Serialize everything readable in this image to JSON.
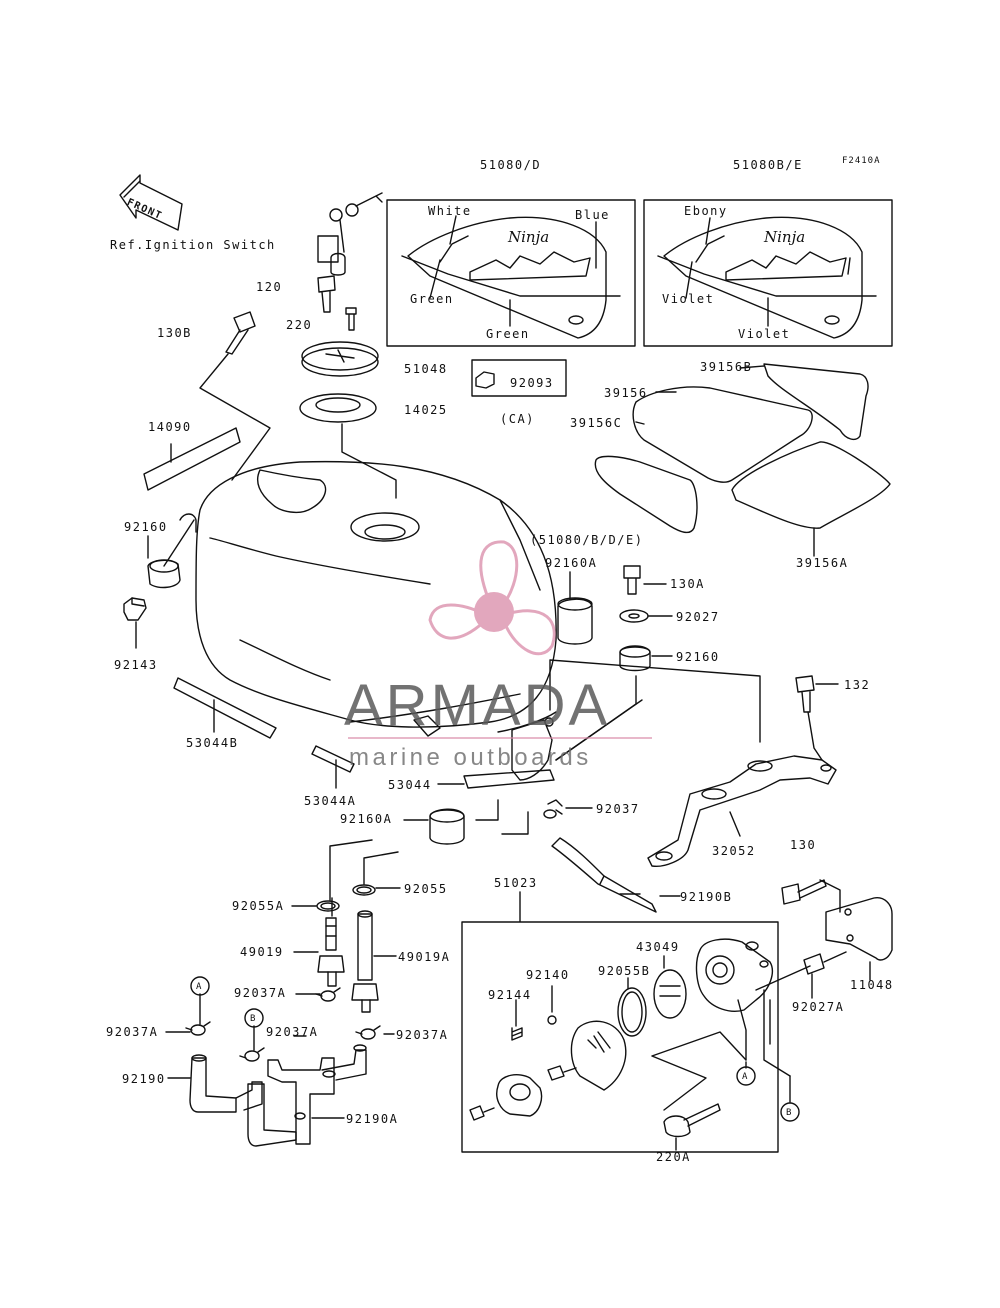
{
  "figure_code": "F2410A",
  "front_arrow": "FRONT",
  "ref_note": "Ref.Ignition Switch",
  "insets": {
    "left": {
      "code": "51080/D",
      "colors": [
        "White",
        "Blue",
        "Green",
        "Green"
      ],
      "logo": "Ninja"
    },
    "right": {
      "code": "51080B/E",
      "colors": [
        "Ebony",
        "Violet",
        "Violet"
      ],
      "logo": "Ninja"
    }
  },
  "ca_note": "(CA)",
  "tank_variants": "(51080/B/D/E)",
  "callouts": {
    "a": "A",
    "b": "B"
  },
  "parts": {
    "p120": "120",
    "p130b": "130B",
    "p220": "220",
    "p51048": "51048",
    "p92093": "92093",
    "p14025": "14025",
    "p14090": "14090",
    "p39156b": "39156B",
    "p39156": "39156",
    "p39156c": "39156C",
    "p39156a": "39156A",
    "p92160": "92160",
    "p92143": "92143",
    "p92160a": "92160A",
    "p130a": "130A",
    "p92027": "92027",
    "p92160b": "92160",
    "p132": "132",
    "p53044b": "53044B",
    "p53044a": "53044A",
    "p53044": "53044",
    "p92160a2": "92160A",
    "p92037": "92037",
    "p32052": "32052",
    "p130": "130",
    "p92190b": "92190B",
    "p92055": "92055",
    "p92055a": "92055A",
    "p51023": "51023",
    "p49019": "49019",
    "p49019a": "49019A",
    "p43049": "43049",
    "p92140": "92140",
    "p92055b": "92055B",
    "p92144": "92144",
    "p92037a1": "92037A",
    "p92037a2": "92037A",
    "p92037a3": "92037A",
    "p92037a4": "92037A",
    "p92190": "92190",
    "p92190a": "92190A",
    "p92027a": "92027A",
    "p11048": "11048",
    "p220a": "220A"
  },
  "watermark": {
    "title": "ARMADA",
    "subtitle": "marine outboards",
    "accent_color": "#d98aa8",
    "text_color": "#5a5a5a"
  }
}
